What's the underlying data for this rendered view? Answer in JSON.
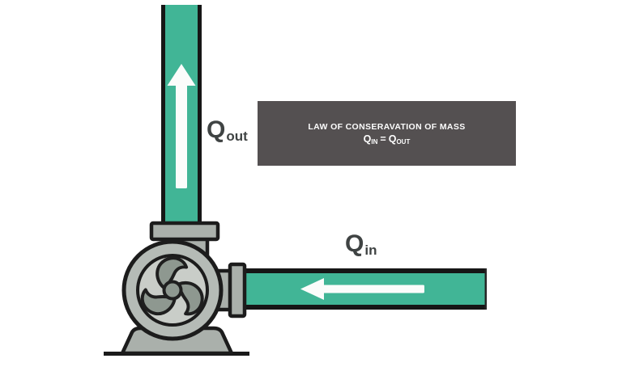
{
  "diagram": {
    "labels": {
      "q_out": {
        "main": "Q",
        "sub": "out"
      },
      "q_in": {
        "main": "Q",
        "sub": "in"
      }
    },
    "info_box": {
      "title": "LAW OF CONSERAVATION OF MASS",
      "equation": {
        "lhs_main": "Q",
        "lhs_sub": "IN",
        "operator": "=",
        "rhs_main": "Q",
        "rhs_sub": "OUT"
      }
    },
    "icons": {
      "up_arrow": "arrow-up-icon",
      "left_arrow": "arrow-left-icon",
      "impeller": "pump-impeller-icon"
    },
    "colors": {
      "pipe_green": "#41b596",
      "pipe_outline": "#161616",
      "arrow_white": "#fbfcfb",
      "pump_body": "#b5bbb6",
      "pump_inner": "#c9cdc8",
      "impeller_gray": "#8e9890",
      "metal_gray": "#aab0ab",
      "dark_stroke": "#1c1c1c",
      "info_box_bg": "#545051",
      "label_text": "#3f4343"
    }
  }
}
